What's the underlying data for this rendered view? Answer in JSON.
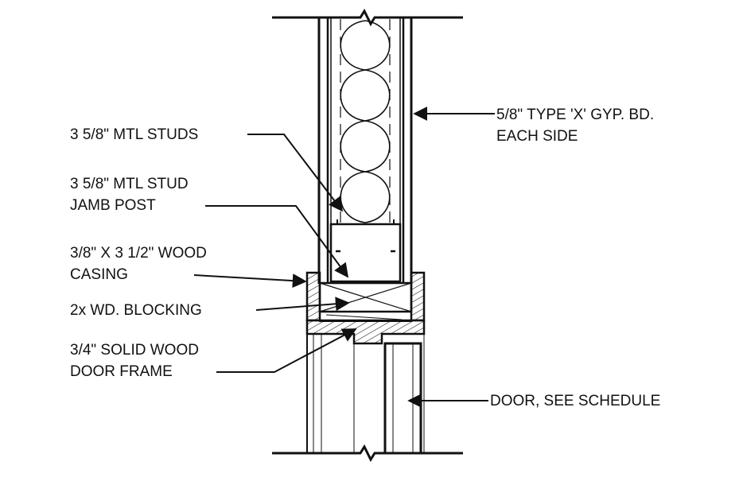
{
  "labels": {
    "gyp_board_line1": "5/8\" TYPE 'X' GYP. BD.",
    "gyp_board_line2": "EACH SIDE",
    "mtl_studs": "3 5/8\" MTL STUDS",
    "jamb_post_line1": "3 5/8\" MTL STUD",
    "jamb_post_line2": "JAMB POST",
    "casing_line1": "3/8\" X 3 1/2\" WOOD",
    "casing_line2": "CASING",
    "blocking": "2x WD. BLOCKING",
    "door_frame_line1": "3/4\" SOLID WOOD",
    "door_frame_line2": "DOOR FRAME",
    "door": "DOOR, SEE SCHEDULE"
  },
  "colors": {
    "ink": "#111111",
    "background": "#ffffff"
  }
}
